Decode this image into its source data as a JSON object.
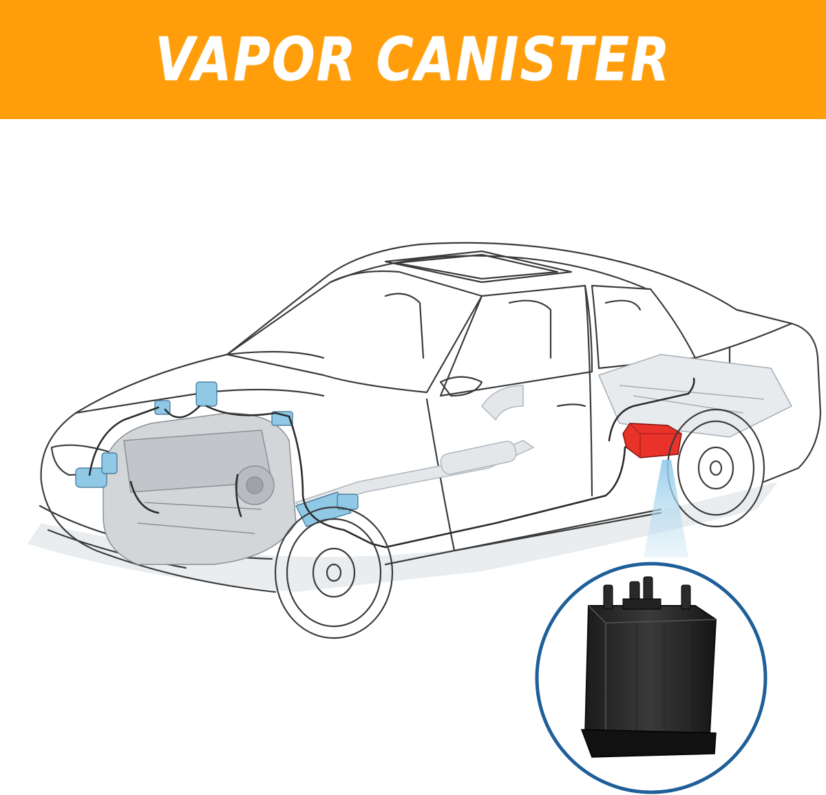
{
  "banner": {
    "title": "VAPOR CANISTER",
    "background_color": "#ff9d0a",
    "text_color": "#ffffff"
  },
  "diagram": {
    "subject": "sedan-cutaway",
    "highlight_component": "vapor-canister",
    "highlight_color": "#e8322a",
    "callout_ring_color": "#1f5f99",
    "callout_beam_color": "#8ec9ea",
    "engine_parts_color": "#8fc9e6",
    "line_color": "#3a3a3a"
  }
}
